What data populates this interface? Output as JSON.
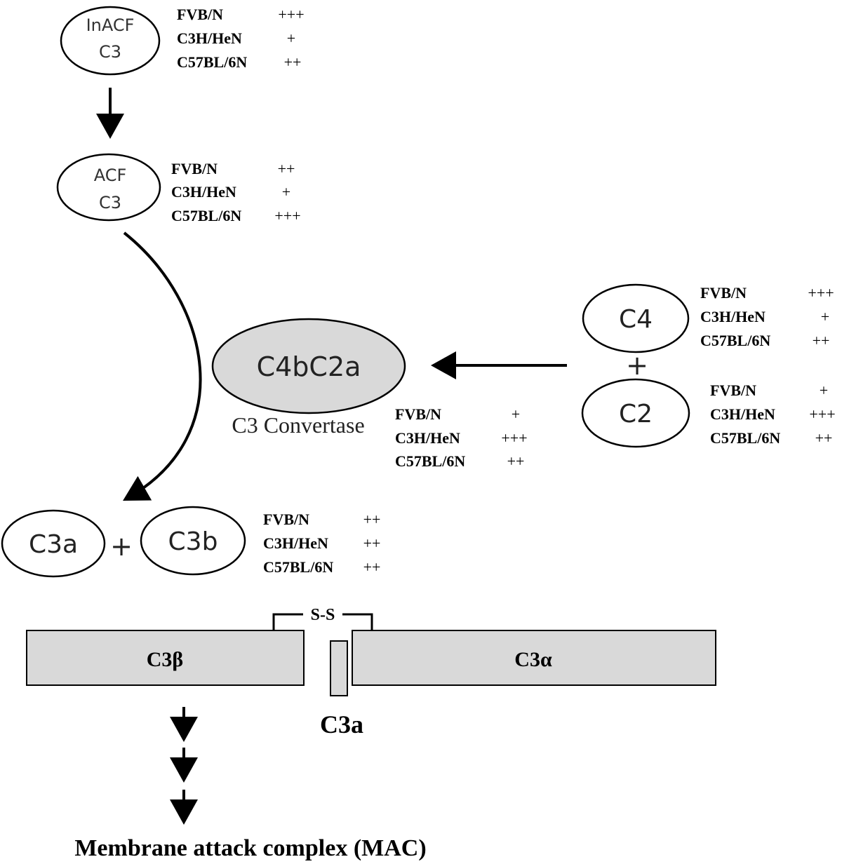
{
  "nodes": {
    "inacf_c3": {
      "line1": "InACF",
      "line2": "C3"
    },
    "acf_c3": {
      "line1": "ACF",
      "line2": "C3"
    },
    "c4": {
      "label": "C4"
    },
    "c2": {
      "label": "C2"
    },
    "c4bc2a": {
      "label": "C4bC2a"
    },
    "c3_convertase": {
      "label": "C3 Convertase"
    },
    "c3a": {
      "label": "C3a"
    },
    "c3b": {
      "label": "C3b"
    }
  },
  "operators": {
    "plus_c4_c2": "+",
    "plus_c3a_c3b": "+"
  },
  "strain_tables": {
    "inacf_c3": [
      {
        "strain": "FVB/N",
        "level": "+++"
      },
      {
        "strain": "C3H/HeN",
        "level": "+"
      },
      {
        "strain": "C57BL/6N",
        "level": "++"
      }
    ],
    "acf_c3": [
      {
        "strain": "FVB/N",
        "level": "++"
      },
      {
        "strain": "C3H/HeN",
        "level": "+"
      },
      {
        "strain": "C57BL/6N",
        "level": "+++"
      }
    ],
    "c4": [
      {
        "strain": "FVB/N",
        "level": "+++"
      },
      {
        "strain": "C3H/HeN",
        "level": "+"
      },
      {
        "strain": "C57BL/6N",
        "level": "++"
      }
    ],
    "c2": [
      {
        "strain": "FVB/N",
        "level": "+"
      },
      {
        "strain": "C3H/HeN",
        "level": "+++"
      },
      {
        "strain": "C57BL/6N",
        "level": "++"
      }
    ],
    "c3_convertase": [
      {
        "strain": "FVB/N",
        "level": "+"
      },
      {
        "strain": "C3H/HeN",
        "level": "+++"
      },
      {
        "strain": "C57BL/6N",
        "level": "++"
      }
    ],
    "c3b": [
      {
        "strain": "FVB/N",
        "level": "++"
      },
      {
        "strain": "C3H/HeN",
        "level": "++"
      },
      {
        "strain": "C57BL/6N",
        "level": "++"
      }
    ]
  },
  "structure": {
    "c3_beta": "C3β",
    "c3_alpha": "C3α",
    "c3a_fragment": "C3a",
    "disulfide": "S-S"
  },
  "outcome": {
    "mac": "Membrane attack complex (MAC)"
  },
  "colors": {
    "stroke": "#000000",
    "fill_gray": "#d9d9d9",
    "fill_white": "#ffffff"
  }
}
